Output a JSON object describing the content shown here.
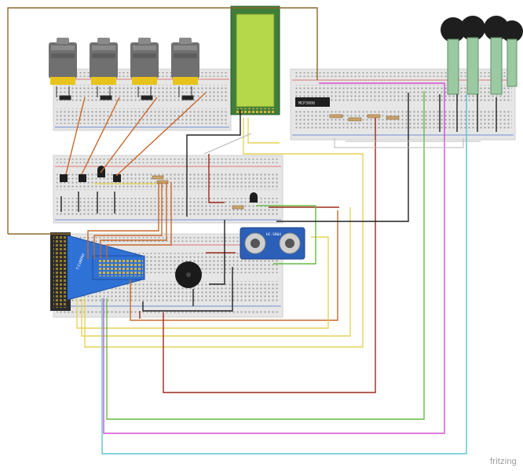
{
  "footer": {
    "brand": "fritzing"
  },
  "parts": {
    "adc_label": "MCP3008",
    "ultrasonic_label": "HC-SR04"
  },
  "colors": {
    "background": "#ffffff",
    "breadboard": "#e6e6e6",
    "breadboard_edge": "#cfcfcf",
    "hole": "#9e9e9e",
    "rail_red": "#d9534f",
    "rail_blue": "#4a73c9",
    "wire_brown": "#8a6a2e",
    "wire_orange": "#c8682a",
    "wire_yellow": "#e6d25a",
    "wire_red": "#9b2a1c",
    "wire_green": "#66bb44",
    "wire_magenta": "#d24fd2",
    "wire_cyan": "#56c8cc",
    "wire_black": "#222222",
    "lcd_green": "#b4d84a",
    "lcd_board": "#3f7d3a",
    "hat_blue": "#2f72d6",
    "motor_grey": "#707070",
    "motor_base": "#e8c31a"
  },
  "icons": {
    "motors": [
      "dc-motor-icon",
      "dc-motor-icon",
      "dc-motor-icon",
      "dc-motor-icon"
    ],
    "sensors": [
      "force-sensor-icon",
      "force-sensor-icon",
      "force-sensor-icon",
      "force-sensor-icon"
    ],
    "buzzer": "buzzer-icon",
    "lcd": "lcd-display-icon"
  }
}
